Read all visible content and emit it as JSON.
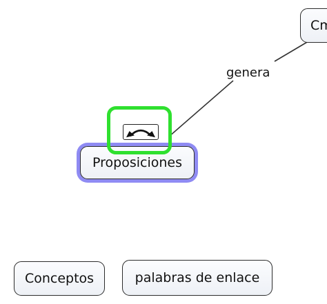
{
  "diagram": {
    "nodes": {
      "top_right": {
        "label": "Cm"
      },
      "proposiciones": {
        "label": "Proposiciones"
      },
      "conceptos": {
        "label": "Conceptos"
      },
      "palabras": {
        "label": "palabras de enlace"
      }
    },
    "links": [
      {
        "label": "genera"
      }
    ],
    "handle": {
      "icon": "curved-double-arrow-icon"
    },
    "colors": {
      "selection_halo": "#8f8bf3",
      "handle_highlight": "#2fe02f",
      "node_border": "#2b2b2b",
      "node_fill": "#eef1f6"
    }
  }
}
